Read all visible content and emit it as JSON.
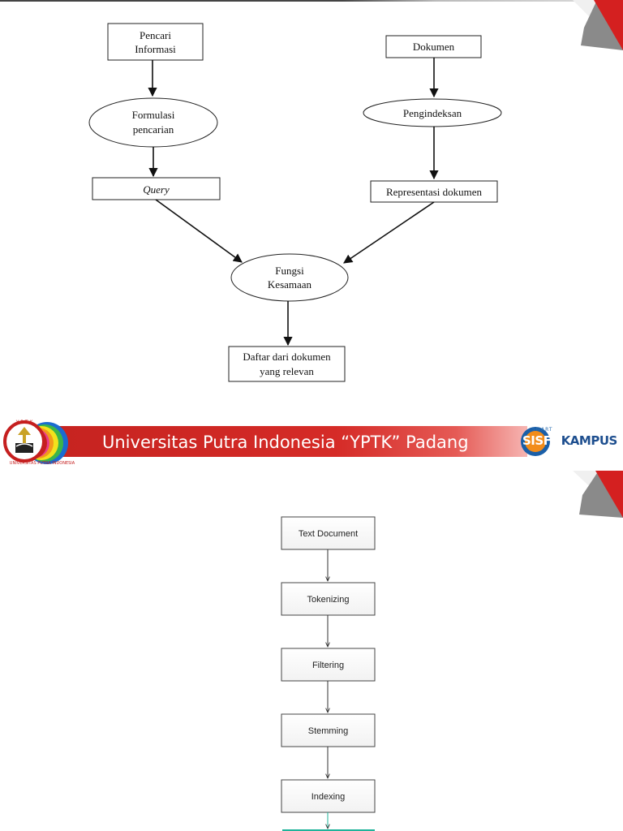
{
  "slide1": {
    "nodes": {
      "pencari_informasi": [
        "Pencari",
        "Informasi"
      ],
      "dokumen": "Dokumen",
      "formulasi_pencarian": [
        "Formulasi",
        "pencarian"
      ],
      "pengindeksan": "Pengindeksan",
      "query": "Query",
      "representasi_dokumen": "Representasi dokumen",
      "fungsi_kesamaan": [
        "Fungsi",
        "Kesamaan"
      ],
      "daftar": [
        "Daftar dari dokumen",
        "yang relevan"
      ]
    },
    "banner": {
      "title": "Universitas Putra Indonesia “YPTK” Padang",
      "logo_left_text": "UNIVERSITAS PUTRA INDONESIA",
      "logo_left_top": "Y P T K",
      "logo_right_small": "SMART",
      "logo_right_part1": "SISFO",
      "logo_right_part2": "KAMPUS"
    }
  },
  "slide2": {
    "steps": [
      "Text Document",
      "Tokenizing",
      "Filtering",
      "Stemming",
      "Indexing"
    ]
  },
  "colors": {
    "banner_red": "#d52b27",
    "corner_red": "#d42020",
    "corner_gray": "#8a8a8a",
    "next_box_teal": "#1fb39a"
  }
}
